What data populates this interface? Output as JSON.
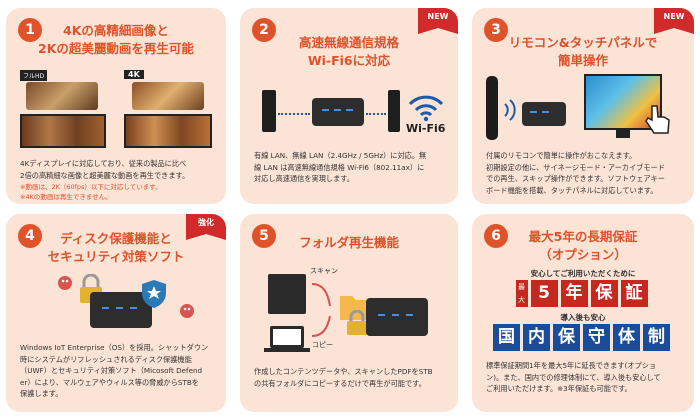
{
  "cards": [
    {
      "num": "1",
      "title_l1": "4Kの高精細画像と",
      "title_l2": "2Kの超美麗動画を再生可能",
      "badge_fullhd": "フルHD",
      "badge_4k": "4K",
      "body_l1": "4Kディスプレイに対応しており、従来の製品に比べ",
      "body_l2": "2倍の高精細な画像と超美麗な動画を再生できます。",
      "note_l1": "※動画は、2K（60fps）以下に対応しています。",
      "note_l2": "※4Kの動画は再生できません。"
    },
    {
      "num": "2",
      "tag": "NEW",
      "title_l1": "高速無線通信規格",
      "title_l2": "Wi-Fi6に対応",
      "wifi_label": "Wi-Fi6",
      "body_l1": "有線 LAN、無線 LAN（2.4GHz / 5GHz）に対応。無",
      "body_l2": "線 LAN は高速無線通信規格 Wi-Fi6（802.11ax）に",
      "body_l3": "対応し高速通信を実現します。"
    },
    {
      "num": "3",
      "tag": "NEW",
      "title_l1": "リモコン&タッチパネルで",
      "title_l2": "簡単操作",
      "body_l1": "付属のリモコンで簡単に操作がおこなえます。",
      "body_l2": "初期設定の他に、サイネージモード・アーカイブモード",
      "body_l3": "での再生、スキップ操作ができます。ソフトウェアキー",
      "body_l4": "ボード機能を搭載、タッチパネルに対応しています。"
    },
    {
      "num": "4",
      "tag": "強化",
      "title_l1": "ディスク保護機能と",
      "title_l2": "セキュリティ対策ソフト",
      "body_l1": "Windows IoT Enterprise（OS）を採用。シャットダウン",
      "body_l2": "時にシステムがリフレッシュされるディスク保護機能",
      "body_l3": "（UWF）とセキュリティ対策ソフト（Micosoft Defend",
      "body_l4": "er）により、マルウェアやウィルス等の脅威からSTBを",
      "body_l5": "保護します。"
    },
    {
      "num": "5",
      "title_l1": "フォルダ再生機能",
      "label_scan": "スキャン",
      "label_copy": "コピー",
      "body_l1": "作成したコンテンツデータや、スキャンしたPDFをSTB",
      "body_l2": "の共有フォルダにコピーするだけで再生が可能です。"
    },
    {
      "num": "6",
      "title_l1": "最大5年の長期保証",
      "title_l2": "（オプション）",
      "sub1": "安心してご利用いただくために",
      "small_stamp": "最大",
      "stamp_chars": [
        "5",
        "年",
        "保",
        "証"
      ],
      "sub2": "導入後も安心",
      "stamp2_chars": [
        "国",
        "内",
        "保",
        "守",
        "体",
        "制"
      ],
      "body_l1": "標準保証期間1年を最大5年に延長できます(オプショ",
      "body_l2": "ン)。また、国内での修理体制にて、導入後も安心して",
      "body_l3": "ご利用いただけます。※3年保証も可能です。"
    }
  ],
  "colors": {
    "accent": "#e0522a",
    "card_bg": "#fbe3d6",
    "red": "#c5281f",
    "blue": "#1a4c9c"
  }
}
